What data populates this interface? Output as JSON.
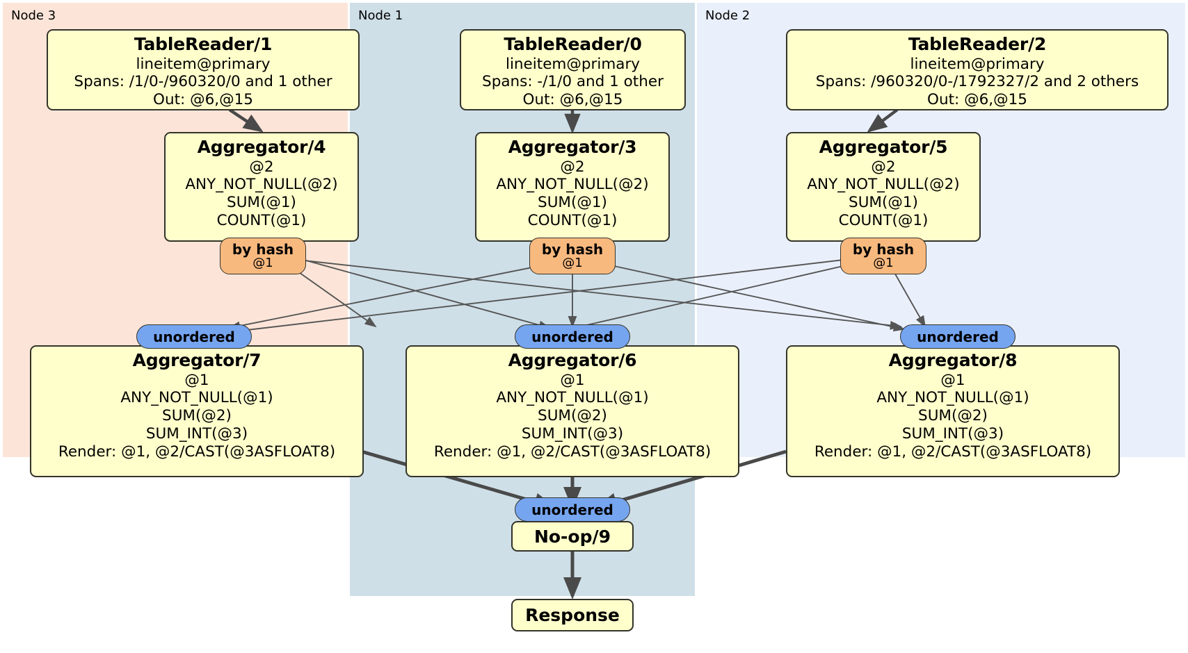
{
  "diagram": {
    "type": "distributed-query-plan",
    "nodes": [
      {
        "id": "node3",
        "label": "Node 3",
        "color": "#fce5d8"
      },
      {
        "id": "node1",
        "label": "Node 1",
        "color": "#cfdfe8"
      },
      {
        "id": "node2",
        "label": "Node 2",
        "color": "#eaf0fb"
      }
    ],
    "processors": {
      "table_reader_1": {
        "title": "TableReader/1",
        "lines": [
          "lineitem@primary",
          "Spans: /1/0-/960320/0 and 1 other",
          "Out: @6,@15"
        ]
      },
      "table_reader_0": {
        "title": "TableReader/0",
        "lines": [
          "lineitem@primary",
          "Spans: -/1/0 and 1 other",
          "Out: @6,@15"
        ]
      },
      "table_reader_2": {
        "title": "TableReader/2",
        "lines": [
          "lineitem@primary",
          "Spans: /960320/0-/1792327/2 and 2 others",
          "Out: @6,@15"
        ]
      },
      "aggregator_4": {
        "title": "Aggregator/4",
        "lines": [
          "@2",
          "ANY_NOT_NULL(@2)",
          "SUM(@1)",
          "COUNT(@1)"
        ]
      },
      "aggregator_3": {
        "title": "Aggregator/3",
        "lines": [
          "@2",
          "ANY_NOT_NULL(@2)",
          "SUM(@1)",
          "COUNT(@1)"
        ]
      },
      "aggregator_5": {
        "title": "Aggregator/5",
        "lines": [
          "@2",
          "ANY_NOT_NULL(@2)",
          "SUM(@1)",
          "COUNT(@1)"
        ]
      },
      "aggregator_7": {
        "title": "Aggregator/7",
        "lines": [
          "@1",
          "ANY_NOT_NULL(@1)",
          "SUM(@2)",
          "SUM_INT(@3)",
          "Render: @1, @2/CAST(@3ASFLOAT8)"
        ]
      },
      "aggregator_6": {
        "title": "Aggregator/6",
        "lines": [
          "@1",
          "ANY_NOT_NULL(@1)",
          "SUM(@2)",
          "SUM_INT(@3)",
          "Render: @1, @2/CAST(@3ASFLOAT8)"
        ]
      },
      "aggregator_8": {
        "title": "Aggregator/8",
        "lines": [
          "@1",
          "ANY_NOT_NULL(@1)",
          "SUM(@2)",
          "SUM_INT(@3)",
          "Render: @1, @2/CAST(@3ASFLOAT8)"
        ]
      },
      "no_op_9": {
        "title": "No-op/9"
      },
      "response": {
        "title": "Response"
      }
    },
    "routers": {
      "by_hash_left": {
        "label": "by hash",
        "sublabel": "@1",
        "color": "#f8b97f"
      },
      "by_hash_center": {
        "label": "by hash",
        "sublabel": "@1",
        "color": "#f8b97f"
      },
      "by_hash_right": {
        "label": "by hash",
        "sublabel": "@1",
        "color": "#f8b97f"
      }
    },
    "synchronizers": {
      "unordered_left": {
        "label": "unordered",
        "color": "#76a5f0"
      },
      "unordered_center": {
        "label": "unordered",
        "color": "#76a5f0"
      },
      "unordered_right": {
        "label": "unordered",
        "color": "#76a5f0"
      },
      "unordered_final": {
        "label": "unordered",
        "color": "#76a5f0"
      }
    }
  }
}
